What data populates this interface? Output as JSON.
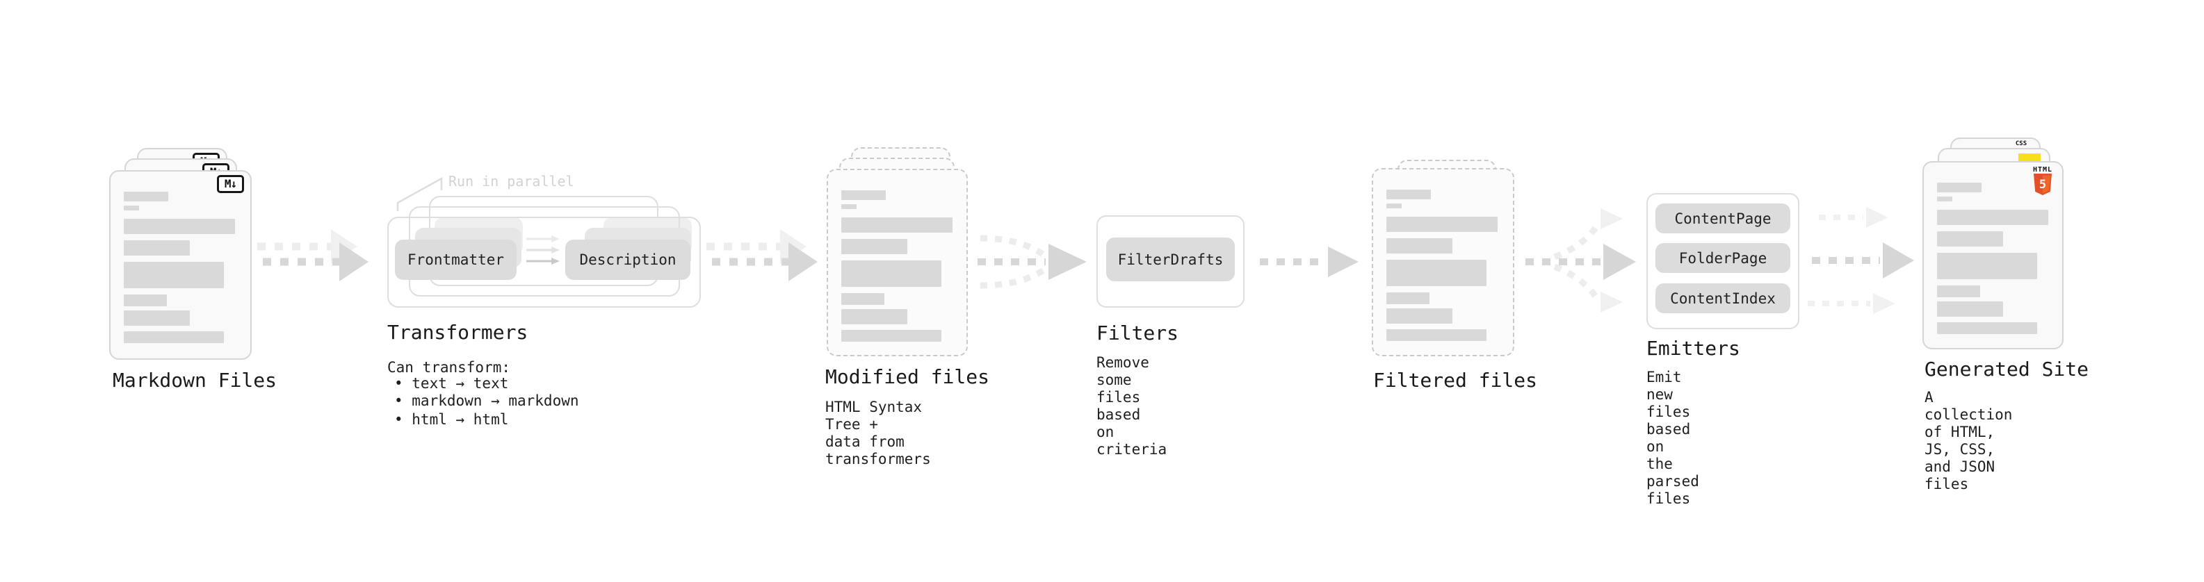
{
  "figure": {
    "type": "static-site-generator-pipeline-diagram",
    "background": "#ffffff"
  },
  "pipeline": {
    "markdown_files": {
      "label": "Markdown Files",
      "file_badge": "M↓"
    },
    "transformers": {
      "annotation": "Run in parallel",
      "steps": [
        "Frontmatter",
        "Description"
      ],
      "heading": "Transformers",
      "description_title": "Can transform:",
      "bullets": [
        "• text → text",
        "• markdown → markdown",
        "• html → html"
      ]
    },
    "modified_files": {
      "label": "Modified files",
      "description": "HTML Syntax Tree +\ndata from transformers"
    },
    "filters": {
      "steps": [
        "FilterDrafts"
      ],
      "heading": "Filters",
      "description": "Remove some files based\non criteria"
    },
    "filtered_files": {
      "label": "Filtered files"
    },
    "emitters": {
      "steps": [
        "ContentPage",
        "FolderPage",
        "ContentIndex"
      ],
      "heading": "Emitters",
      "description": "Emit new files based on\nthe parsed files"
    },
    "generated_site": {
      "label": "Generated Site",
      "description": "A collection of HTML,\nJS, CSS, and JSON files",
      "badges": {
        "html_word": "HTML",
        "html_number": "5",
        "css_word": "CSS"
      }
    }
  },
  "colors": {
    "html5_orange": "#e34f26",
    "js_yellow": "#f7df1e",
    "css_blue": "#2965f1",
    "card_fill": "#f9f9f9",
    "card_border": "#d5d5d5",
    "bar_fill": "#d9d9d9",
    "chip_fill": "#dcdcdc",
    "arrow_gray": "#d6d6d6",
    "arrow_light": "#ededed",
    "text": "#1a1a1a",
    "annotation_gray": "#d2d2d2"
  }
}
